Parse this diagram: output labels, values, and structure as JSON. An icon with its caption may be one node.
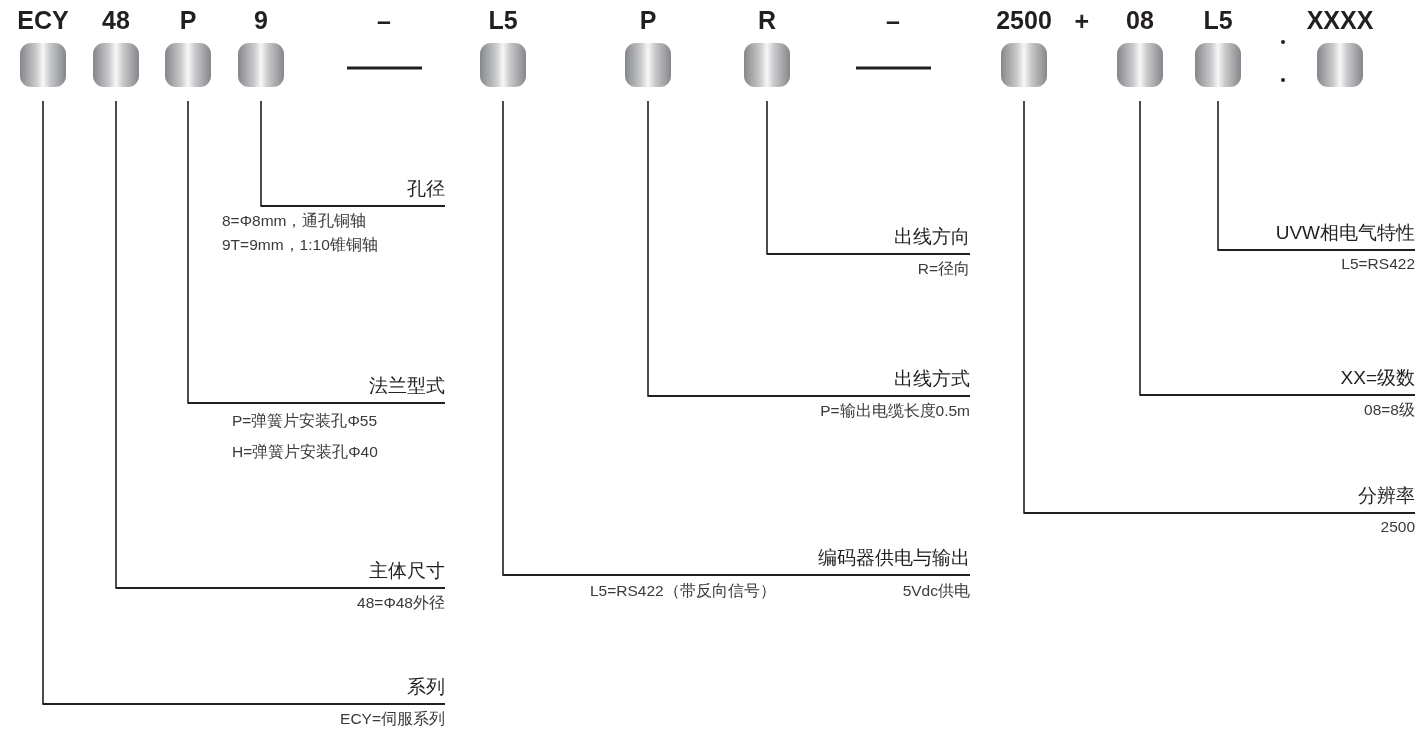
{
  "diagram": {
    "nodes": [
      {
        "text": [
          "ECY"
        ]
      },
      {
        "text": [
          "48"
        ]
      },
      {
        "text": [
          "P"
        ]
      },
      {
        "text": [
          "9"
        ]
      },
      {
        "text": [
          "L5"
        ]
      },
      {
        "text": [
          "P"
        ]
      },
      {
        "text": [
          "R"
        ]
      },
      {
        "text": [
          "2500"
        ]
      },
      {
        "text": [
          "08"
        ]
      },
      {
        "text": [
          "L5"
        ]
      },
      {
        "text": [
          "XXXX"
        ]
      },
      {
        "text": [
          "孔径"
        ],
        "beside": [
          "8=Φ8mm，通孔铜轴",
          "9T=9mm，1:10锥铜轴"
        ]
      },
      {
        "text": [
          "出线方向"
        ],
        "beside": [
          "R=径向"
        ]
      },
      {
        "text": [
          "UVW相电气特性"
        ],
        "beside": [
          "L5=RS422"
        ]
      },
      {
        "text": [
          "法兰型式"
        ],
        "beside": [
          "P=弹簧片安装孔Φ55",
          "H=弹簧片安装孔Φ40"
        ]
      },
      {
        "text": [
          "出线方式"
        ],
        "beside": [
          "P=输出电缆长度0.5m"
        ]
      },
      {
        "text": [
          "XX=级数"
        ],
        "beside": [
          "08=8级"
        ]
      },
      {
        "text": [
          "分辨率"
        ],
        "beside": [
          "2500"
        ]
      },
      {
        "text": [
          "编码器供电与输出"
        ],
        "beside": [
          "L5=RS422（带反向信号）",
          "5Vdc供电"
        ]
      },
      {
        "text": [
          "主体尺寸"
        ],
        "beside": [
          "48=Φ48外径"
        ]
      },
      {
        "text": [
          "系列"
        ],
        "beside": [
          "ECY=伺服系列"
        ]
      }
    ],
    "edges": [
      {
        "from": 0,
        "to": 20,
        "arrow": "none"
      },
      {
        "from": 1,
        "to": 19,
        "arrow": "none"
      },
      {
        "from": 2,
        "to": 14,
        "arrow": "none"
      },
      {
        "from": 3,
        "to": 11,
        "arrow": "none"
      },
      {
        "from": 4,
        "to": 18,
        "arrow": "none"
      },
      {
        "from": 5,
        "to": 15,
        "arrow": "none"
      },
      {
        "from": 6,
        "to": 12,
        "arrow": "none"
      },
      {
        "from": 7,
        "to": 17,
        "arrow": "none"
      },
      {
        "from": 8,
        "to": 16,
        "arrow": "none"
      },
      {
        "from": 9,
        "to": 13,
        "arrow": "none"
      }
    ],
    "labels": [
      "–",
      "–",
      "+"
    ]
  }
}
